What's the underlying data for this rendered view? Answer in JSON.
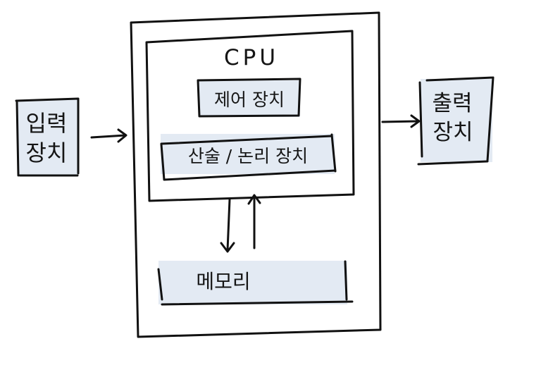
{
  "diagram": {
    "input_device": {
      "line1": "입력",
      "line2": "장치"
    },
    "cpu": {
      "title": "CPU"
    },
    "control_unit": {
      "label": "제어 장치"
    },
    "alu": {
      "label": "산술 / 논리 장치"
    },
    "memory": {
      "label": "메모리"
    },
    "output_device": {
      "line1": "출력",
      "line2": "장치"
    }
  },
  "colors": {
    "box_fill": "#e3eaf3",
    "ink": "#111111",
    "background": "#ffffff"
  }
}
